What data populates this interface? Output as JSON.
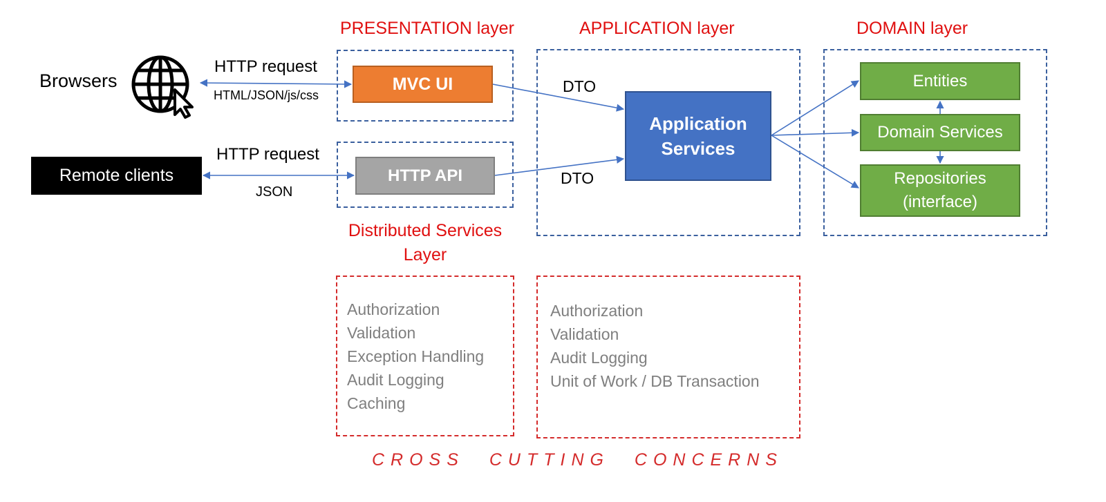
{
  "layers": {
    "presentation": "PRESENTATION layer",
    "application": "APPLICATION layer",
    "domain": "DOMAIN layer",
    "distributed_line1": "Distributed Services",
    "distributed_line2": "Layer"
  },
  "clients": {
    "browsers": "Browsers",
    "browser_icon": "globe-cursor-icon",
    "remote": "Remote clients"
  },
  "connections": {
    "http_request_1": "HTTP request",
    "html_json": "HTML/JSON/js/css",
    "http_request_2": "HTTP request",
    "json": "JSON",
    "dto_1": "DTO",
    "dto_2": "DTO"
  },
  "components": {
    "mvc_ui": "MVC UI",
    "http_api": "HTTP API",
    "app_services_line1": "Application",
    "app_services_line2": "Services",
    "entities": "Entities",
    "domain_services": "Domain Services",
    "repositories_line1": "Repositories",
    "repositories_line2": "(interface)"
  },
  "concerns": {
    "distributed": [
      "Authorization",
      "Validation",
      "Exception Handling",
      "Audit Logging",
      "Caching"
    ],
    "application": [
      "Authorization",
      "Validation",
      "Audit Logging",
      "Unit of Work / DB Transaction"
    ],
    "footer": "CROSS CUTTING CONCERNS"
  },
  "colors": {
    "layer_title": "#e01010",
    "arrow": "#4472c4",
    "mvc": "#ed7d31",
    "api": "#a5a5a5",
    "app_services": "#4472c4",
    "domain": "#70ad47",
    "concern_text": "#7f7f7f"
  }
}
